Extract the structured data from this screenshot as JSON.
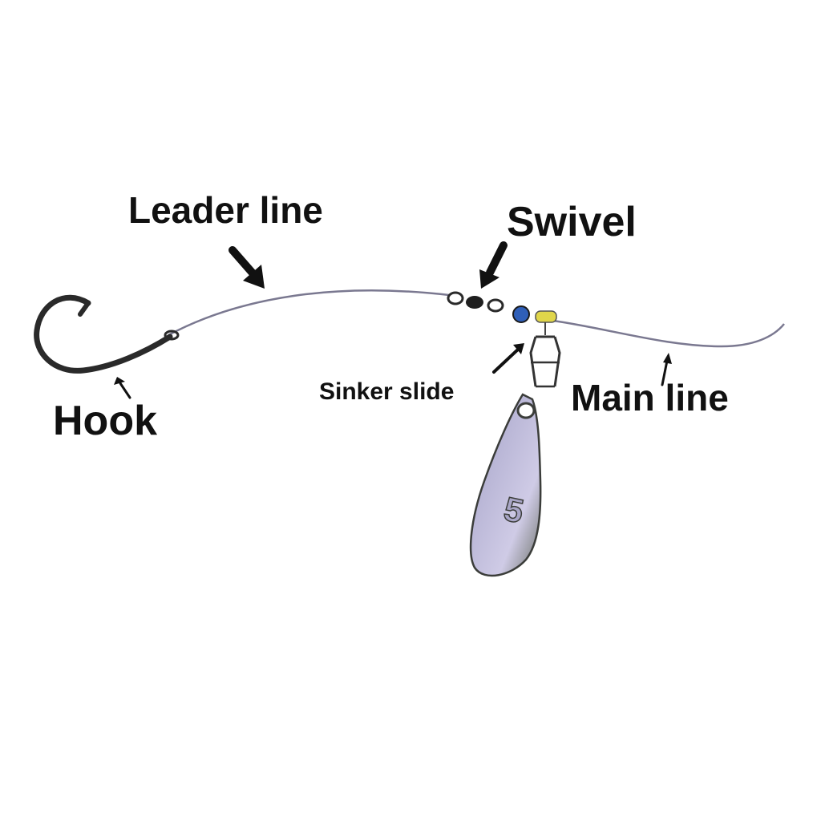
{
  "labels": {
    "leader_line": "Leader line",
    "swivel": "Swivel",
    "hook": "Hook",
    "sinker_slide": "Sinker slide",
    "main_line": "Main line"
  },
  "sinker_mark": "5",
  "colors": {
    "line": "#7a7890",
    "metal": "#2a2a2a",
    "bead": "#2f5fb8",
    "slide": "#e0d64a",
    "sinker_light": "#c9c6e0",
    "sinker_dark": "#5f6a58",
    "text": "#111111"
  }
}
